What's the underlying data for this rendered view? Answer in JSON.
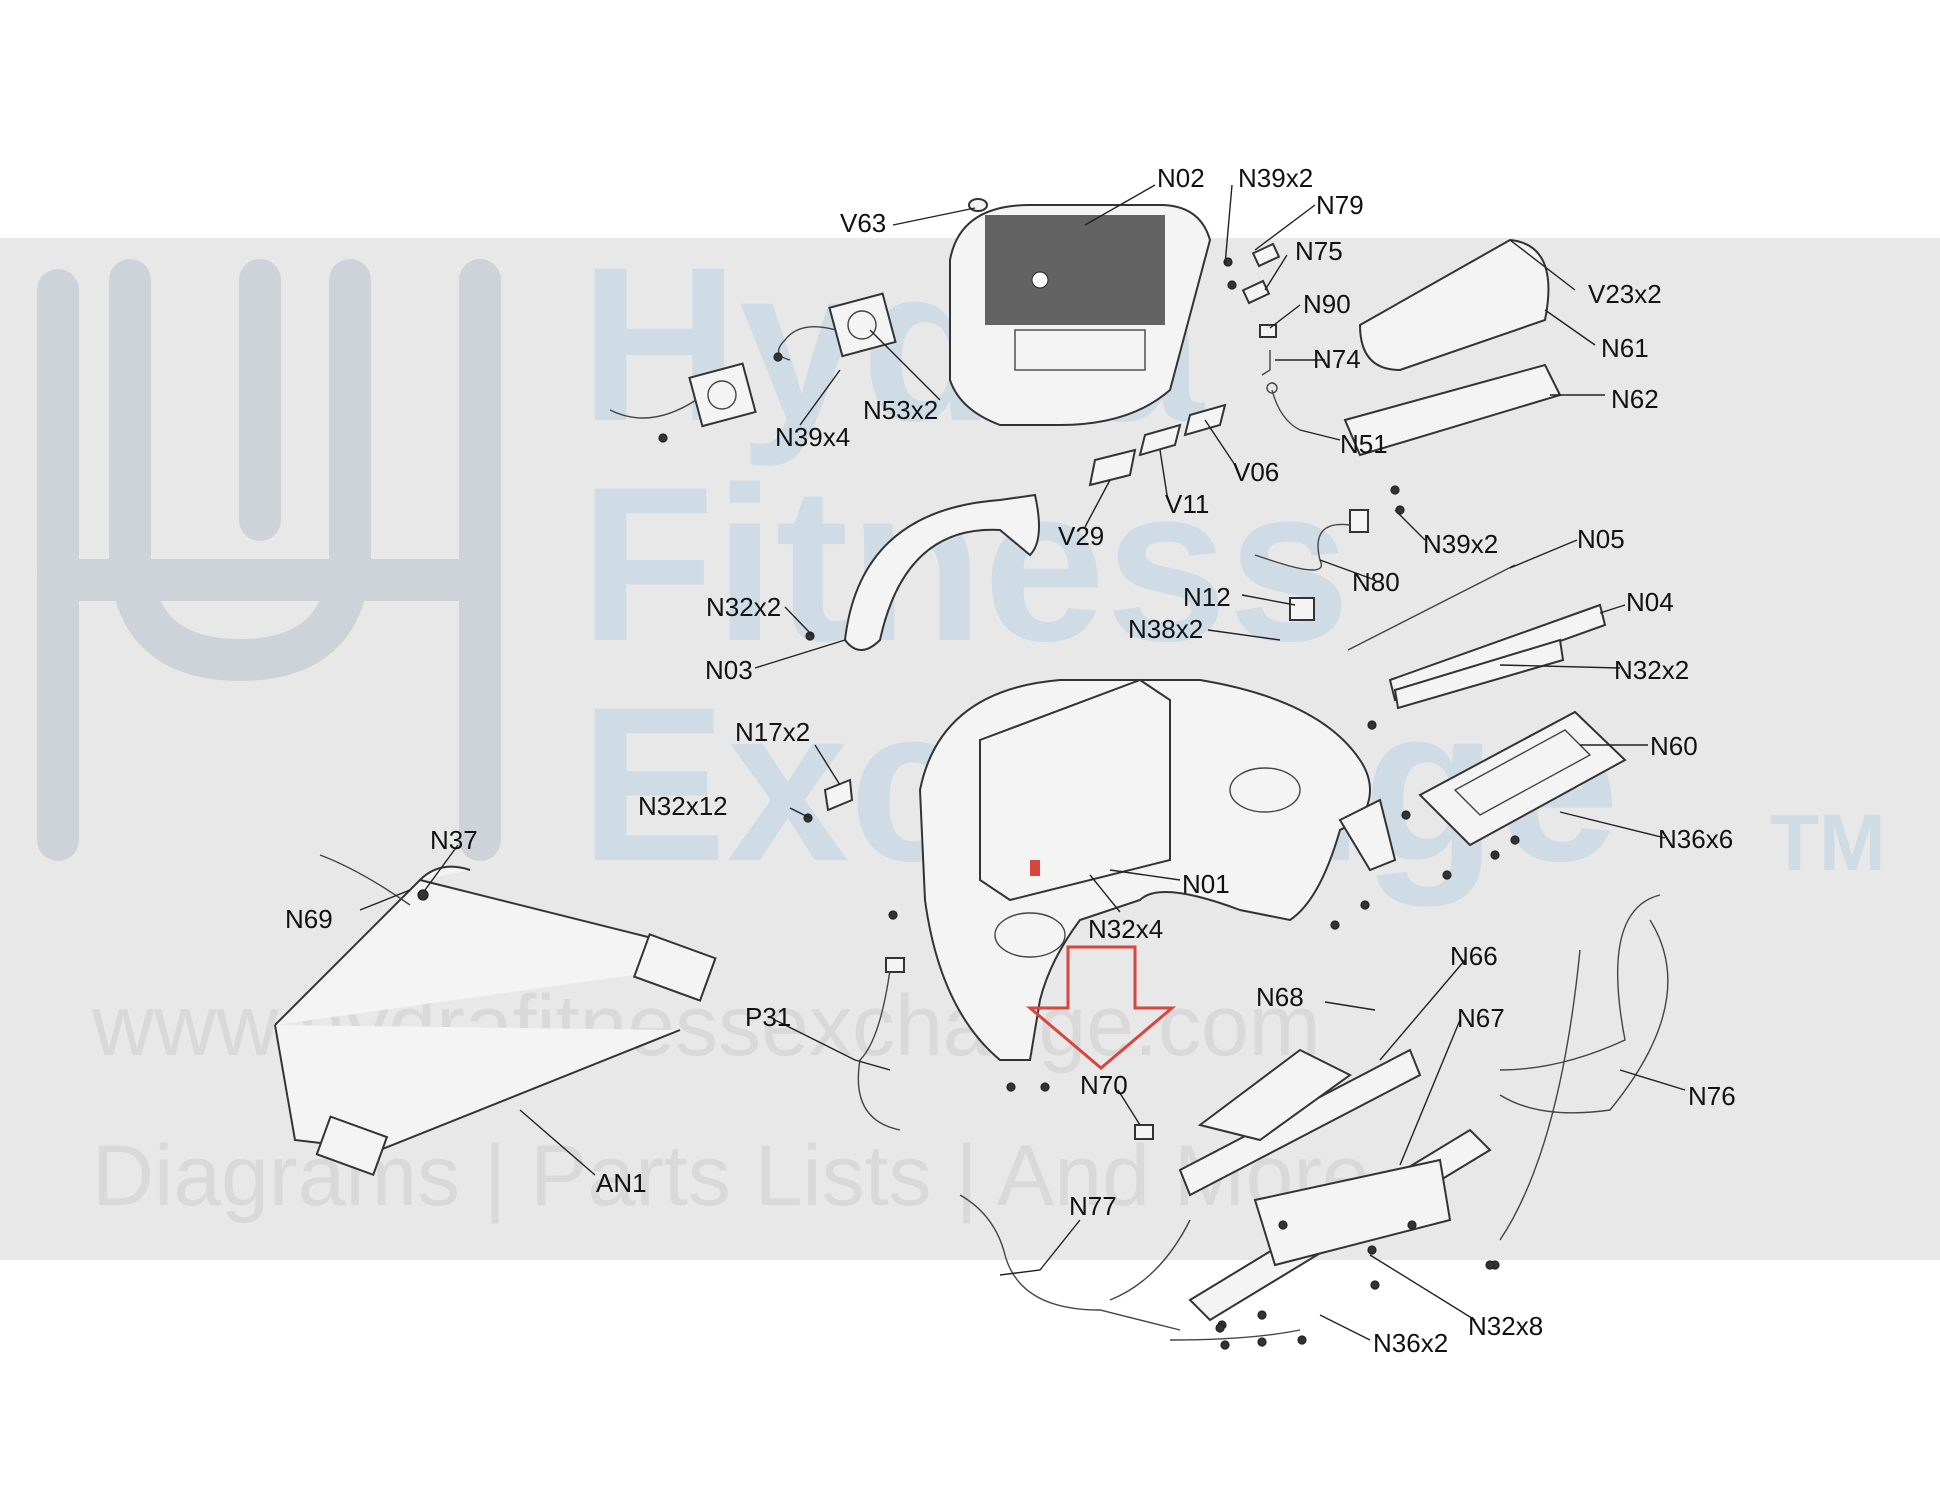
{
  "watermark": {
    "line1": "Hydra",
    "line2": "Fitness",
    "line3": "Exchange",
    "trademark": "TM",
    "url": "www.hydrafitnessexchange.com",
    "tagline": "Diagrams | Parts Lists | And More"
  },
  "labels": {
    "N02": "N02",
    "N39x2_top": "N39x2",
    "N79": "N79",
    "V63": "V63",
    "N75": "N75",
    "V23x2": "V23x2",
    "N90": "N90",
    "N61": "N61",
    "N74": "N74",
    "N62": "N62",
    "N53x2": "N53x2",
    "N39x4": "N39x4",
    "N51": "N51",
    "V06": "V06",
    "V11": "V11",
    "V29": "V29",
    "N39x2_mid": "N39x2",
    "N05": "N05",
    "N80": "N80",
    "N12": "N12",
    "N04": "N04",
    "N32x2_left": "N32x2",
    "N38x2": "N38x2",
    "N03": "N03",
    "N32x2_right": "N32x2",
    "N17x2": "N17x2",
    "N60": "N60",
    "N32x12": "N32x12",
    "N37": "N37",
    "N36x6": "N36x6",
    "N01": "N01",
    "N69": "N69",
    "N32x4": "N32x4",
    "N66": "N66",
    "N68": "N68",
    "P31": "P31",
    "N67": "N67",
    "N70": "N70",
    "N76": "N76",
    "AN1": "AN1",
    "N77": "N77",
    "N32x8": "N32x8",
    "N36x2": "N36x2"
  },
  "colors": {
    "background": "#ffffff",
    "watermark_band": "#e8e8e8",
    "watermark_logo": "#cfd6dc",
    "watermark_text": "#cfdce6",
    "highlight_arrow": "#d9453f",
    "line": "#222222"
  },
  "highlight": {
    "arrow_target": "N70"
  }
}
